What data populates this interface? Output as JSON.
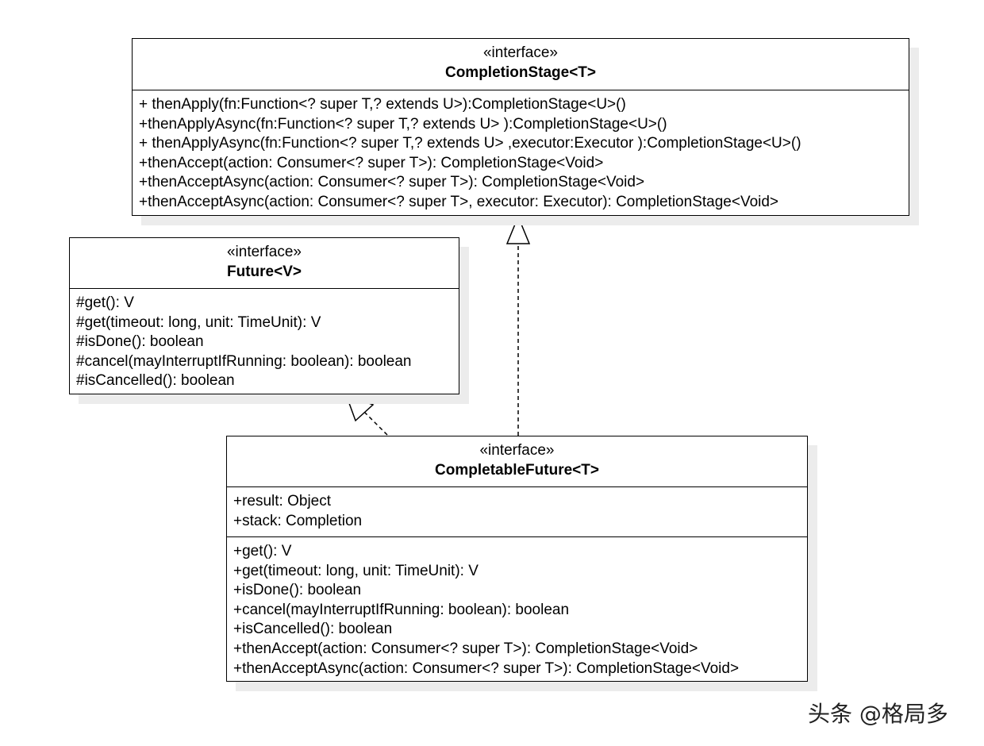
{
  "classes": {
    "completion_stage": {
      "stereotype": "«interface»",
      "name": "CompletionStage<T>",
      "methods": [
        "+ thenApply(fn:Function<? super T,? extends U>):CompletionStage<U>()",
        "+thenApplyAsync(fn:Function<? super T,? extends U> ):CompletionStage<U>()",
        "+ thenApplyAsync(fn:Function<? super T,? extends U> ,executor:Executor ):CompletionStage<U>()",
        "+thenAccept(action: Consumer<? super T>): CompletionStage<Void>",
        "+thenAcceptAsync(action: Consumer<? super T>): CompletionStage<Void>",
        "+thenAcceptAsync(action: Consumer<? super T>, executor: Executor): CompletionStage<Void>"
      ]
    },
    "future": {
      "stereotype": "«interface»",
      "name": "Future<V>",
      "methods": [
        "#get(): V",
        "#get(timeout: long, unit: TimeUnit): V",
        "#isDone(): boolean",
        "#cancel(mayInterruptIfRunning: boolean): boolean",
        "#isCancelled(): boolean"
      ]
    },
    "completable_future": {
      "stereotype": "«interface»",
      "name": "CompletableFuture<T>",
      "fields": [
        "+result: Object",
        "+stack: Completion"
      ],
      "methods": [
        "+get(): V",
        "+get(timeout: long, unit: TimeUnit): V",
        "+isDone(): boolean",
        "+cancel(mayInterruptIfRunning: boolean): boolean",
        "+isCancelled(): boolean",
        "+thenAccept(action: Consumer<? super T>): CompletionStage<Void>",
        "+thenAcceptAsync(action: Consumer<? super T>): CompletionStage<Void>"
      ]
    }
  },
  "watermark": "头条 @格局多",
  "colors": {
    "line": "#000000",
    "shadow": "#ececec",
    "background": "#ffffff"
  }
}
